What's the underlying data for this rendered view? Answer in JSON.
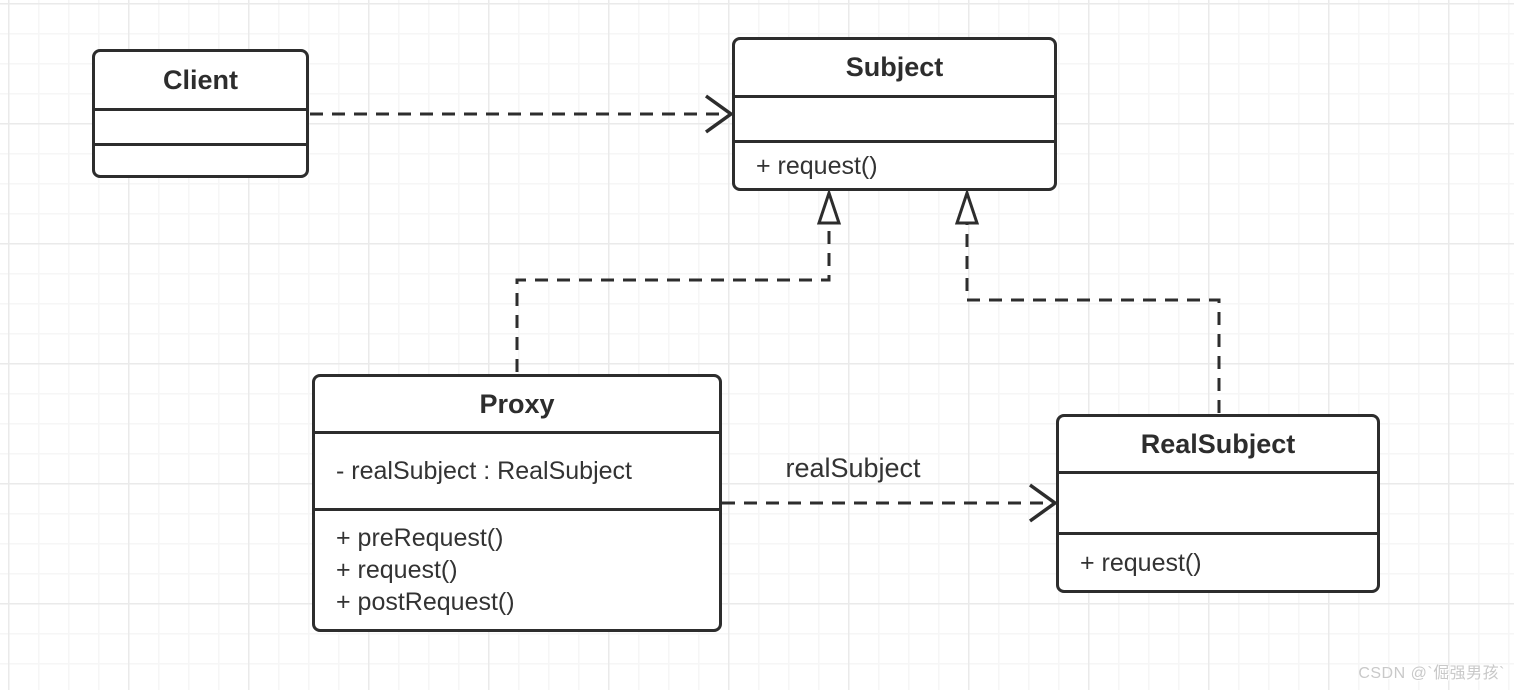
{
  "diagram": {
    "kind": "uml-class-diagram",
    "pattern": "Proxy"
  },
  "classes": {
    "client": {
      "name": "Client",
      "attributes": [],
      "methods": []
    },
    "subject": {
      "name": "Subject",
      "attributes": [],
      "methods": [
        "+ request()"
      ]
    },
    "proxy": {
      "name": "Proxy",
      "attributes": [
        "- realSubject : RealSubject"
      ],
      "methods": [
        "+ preRequest()",
        "+ request()",
        "+ postRequest()"
      ]
    },
    "realsubject": {
      "name": "RealSubject",
      "attributes": [],
      "methods": [
        "+ request()"
      ]
    }
  },
  "connectors": {
    "client_to_subject": {
      "type": "dependency",
      "style": "dashed-open-arrow",
      "from": "Client",
      "to": "Subject",
      "label": ""
    },
    "proxy_to_subject": {
      "type": "realization",
      "style": "dashed-hollow-triangle",
      "from": "Proxy",
      "to": "Subject",
      "label": ""
    },
    "realsubject_to_subject": {
      "type": "realization",
      "style": "dashed-hollow-triangle",
      "from": "RealSubject",
      "to": "Subject",
      "label": ""
    },
    "proxy_to_realsubject": {
      "type": "dependency",
      "style": "dashed-open-arrow",
      "from": "Proxy",
      "to": "RealSubject",
      "label": "realSubject"
    }
  },
  "watermark": "CSDN @`倔强男孩`",
  "colors": {
    "stroke": "#2d2d2d",
    "text": "#333333",
    "background": "#ffffff",
    "grid_minor": "#f6f6f6",
    "grid_major": "#eaeaea",
    "watermark": "#c9c9c9"
  }
}
